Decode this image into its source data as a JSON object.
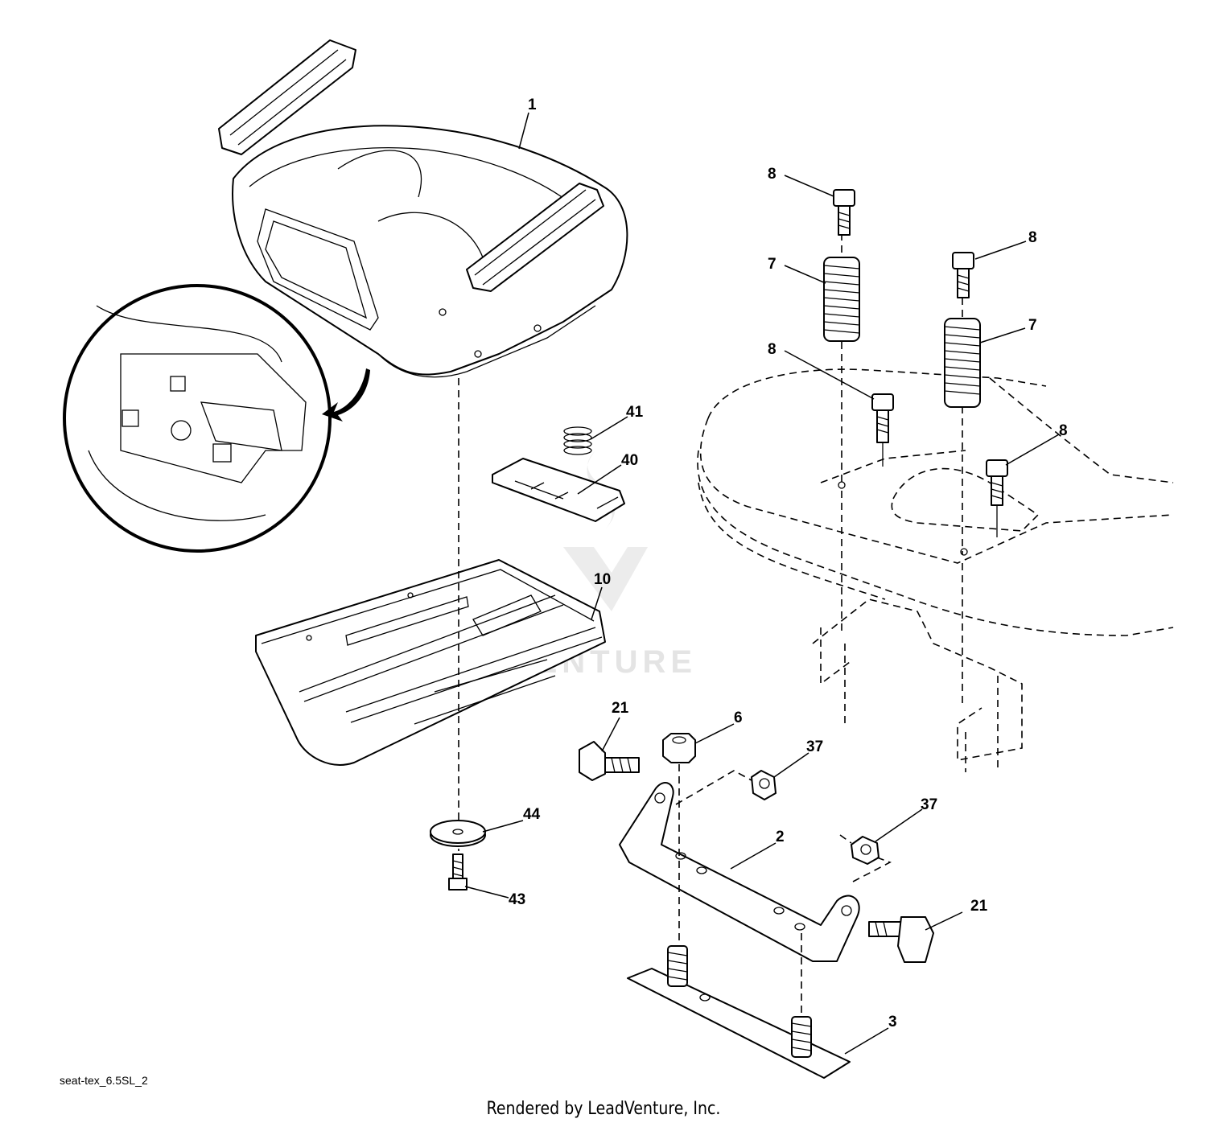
{
  "diagram": {
    "callouts": [
      "1",
      "8",
      "7",
      "8",
      "7",
      "8",
      "8",
      "41",
      "40",
      "10",
      "21",
      "6",
      "37",
      "37",
      "44",
      "2",
      "21",
      "43",
      "3"
    ],
    "drawing_id": "seat-tex_6.5SL_2",
    "credit": "Rendered by LeadVenture, Inc.",
    "watermark": "LEADVENTURE"
  }
}
